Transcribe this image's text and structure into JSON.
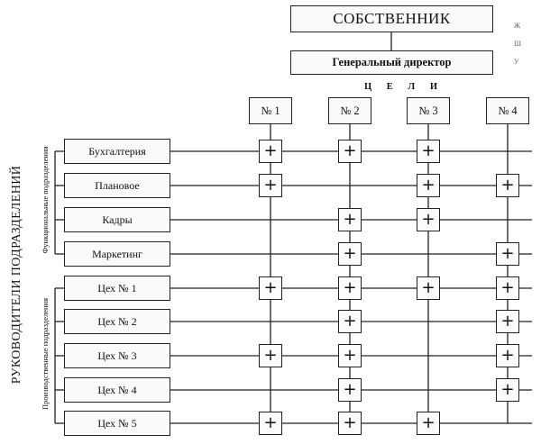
{
  "owner": "СОБСТВЕННИК",
  "general_director": "Генеральный директор",
  "goals_label": "Ц Е Л И",
  "goals": [
    "№ 1",
    "№ 2",
    "№ 3",
    "№ 4"
  ],
  "side_label": "РУКОВОДИТЕЛИ ПОДРАЗДЕЛЕНИЙ",
  "groups": [
    {
      "label": "Функциональные подразделения",
      "rows": [
        0,
        1,
        2,
        3
      ]
    },
    {
      "label": "Производственные подразделения",
      "rows": [
        4,
        5,
        6,
        7,
        8
      ]
    }
  ],
  "departments": [
    "Бухгалтерия",
    "Плановое",
    "Кадры",
    "Маркетинг",
    "Цех № 1",
    "Цех № 2",
    "Цех № 3",
    "Цех № 4",
    "Цех № 5"
  ],
  "plus_symbol": "+",
  "matrix": [
    [
      1,
      1,
      1,
      0
    ],
    [
      1,
      0,
      1,
      1
    ],
    [
      0,
      1,
      1,
      0
    ],
    [
      0,
      1,
      0,
      1
    ],
    [
      1,
      1,
      1,
      1
    ],
    [
      0,
      1,
      0,
      1
    ],
    [
      1,
      1,
      0,
      1
    ],
    [
      0,
      1,
      0,
      1
    ],
    [
      1,
      1,
      1,
      0
    ]
  ],
  "margin_notes": [
    "Ж",
    "Ш",
    "У"
  ]
}
